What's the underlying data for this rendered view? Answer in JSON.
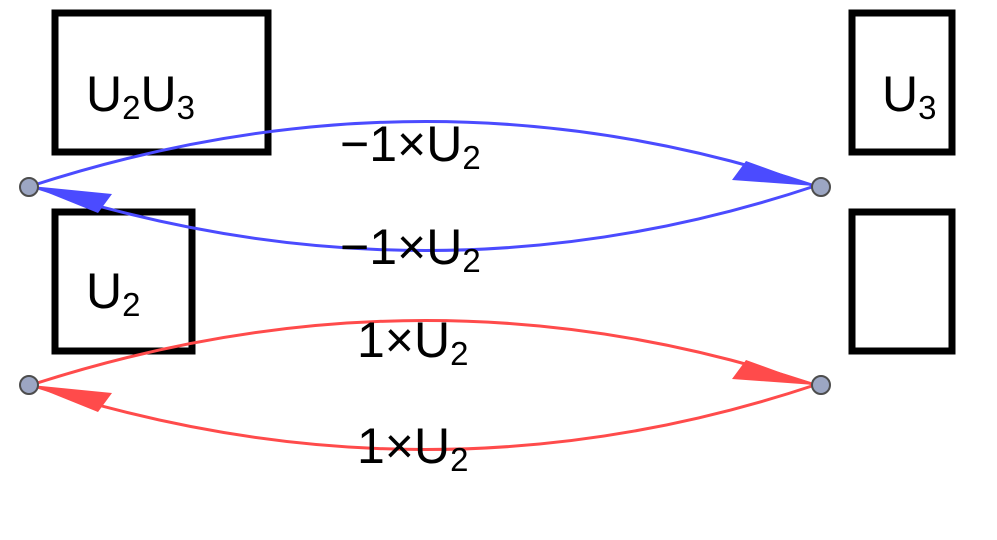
{
  "colors": {
    "blue_edge": "#4b4bff",
    "red_edge": "#ff4b4b",
    "node_fill": "#9ca6c3",
    "node_stroke": "#4d4d4d",
    "box_stroke": "#000000"
  },
  "boxes": {
    "top_left": {
      "main1": "U",
      "sub1": "2",
      "main2": "U",
      "sub2": "3"
    },
    "top_right": {
      "main1": "U",
      "sub1": "3"
    },
    "bottom_left": {
      "main1": "U",
      "sub1": "2"
    },
    "bottom_right": {}
  },
  "edges": {
    "blue_forward": {
      "coef": "−1×U",
      "sub": "2"
    },
    "blue_backward": {
      "coef": "−1×U",
      "sub": "2"
    },
    "red_forward": {
      "coef": "1×U",
      "sub": "2"
    },
    "red_backward": {
      "coef": "1×U",
      "sub": "2"
    }
  }
}
